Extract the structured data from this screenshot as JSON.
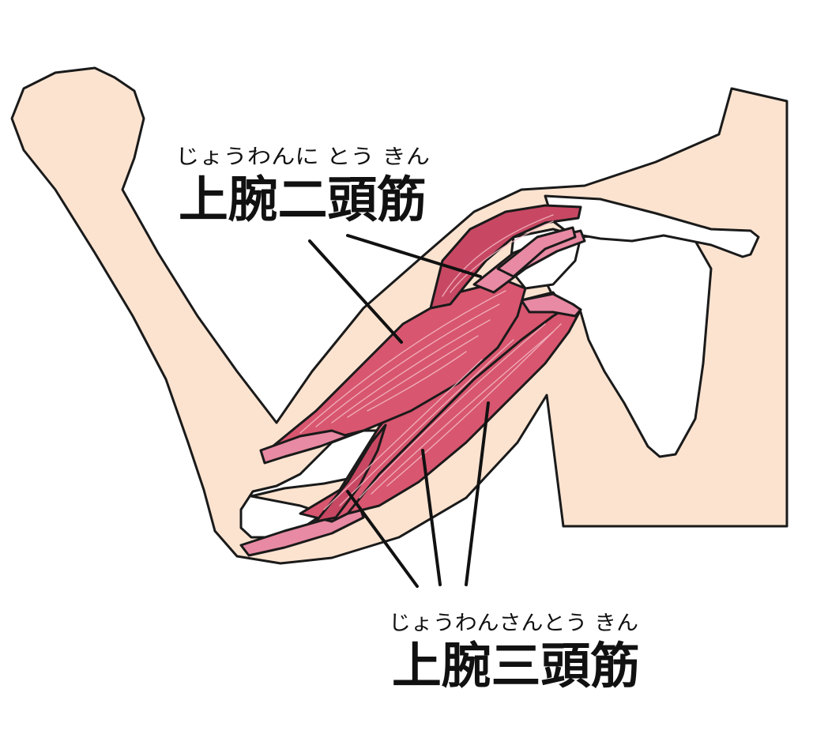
{
  "labels": {
    "biceps": {
      "reading": "じょうわんに とう きん",
      "name": "上腕二頭筋"
    },
    "triceps": {
      "reading": "じょうわんさんとう きん",
      "name": "上腕三頭筋"
    }
  },
  "colors": {
    "skin": "#fbe3d0",
    "muscle": "#d8566f",
    "muscle_dark": "#b83a55",
    "tendon": "#e88aa3",
    "bone": "#ffffff",
    "outline": "#1a1a1a"
  }
}
